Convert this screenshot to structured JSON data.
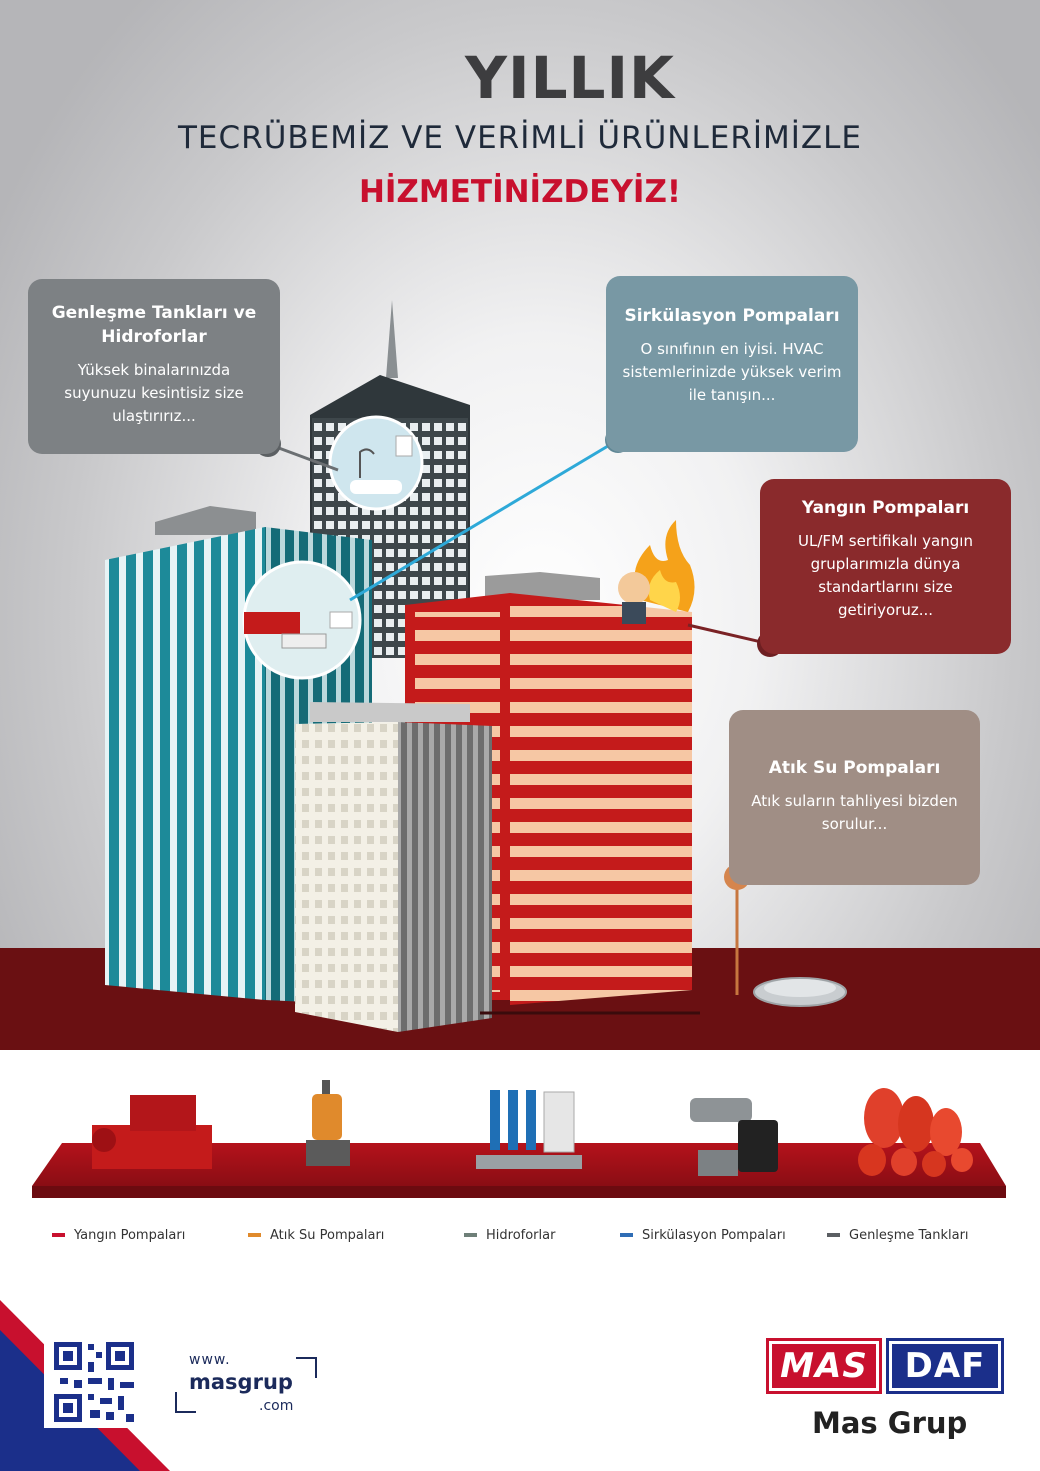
{
  "header": {
    "years_label": "YILLIK",
    "line1": "TECRÜBEMİZ VE VERİMLİ ÜRÜNLERİMİZLE",
    "line2": "HİZMETİNİZDEYİZ!"
  },
  "cards": {
    "genlesme": {
      "title": "Genleşme Tankları ve Hidroforlar",
      "text": "Yüksek binalarınızda suyunuzu kesintisiz size ulaştırırız..."
    },
    "sirkulasyon": {
      "title": "Sirkülasyon Pompaları",
      "text": "O sınıfının en iyisi. HVAC sistemlerinizde yüksek verim ile tanışın..."
    },
    "yangin": {
      "title": "Yangın Pompaları",
      "text": "UL/FM sertifikalı yangın gruplarımızla dünya standartlarını size getiriyoruz..."
    },
    "atik": {
      "title": "Atık Su Pompaları",
      "text": "Atık suların tahliyesi bizden sorulur..."
    }
  },
  "legend": [
    {
      "label": "Yangın Pompaları",
      "color": "#c8102e"
    },
    {
      "label": "Atık Su Pompaları",
      "color": "#e08a2c"
    },
    {
      "label": "Hidroforlar",
      "color": "#6e7f78"
    },
    {
      "label": "Sirkülasyon Pompaları",
      "color": "#2f6db5"
    },
    {
      "label": "Genleşme Tankları",
      "color": "#5b5f63"
    }
  ],
  "website": {
    "prefix": "www.",
    "name": "masgrup",
    "suffix": ".com"
  },
  "logo": {
    "mas": "MAS",
    "daf": "DAF",
    "company": "Mas Grup"
  },
  "colors": {
    "brand_red": "#c8102e",
    "brand_blue": "#1b2f8a",
    "floor": "#6a1012"
  }
}
